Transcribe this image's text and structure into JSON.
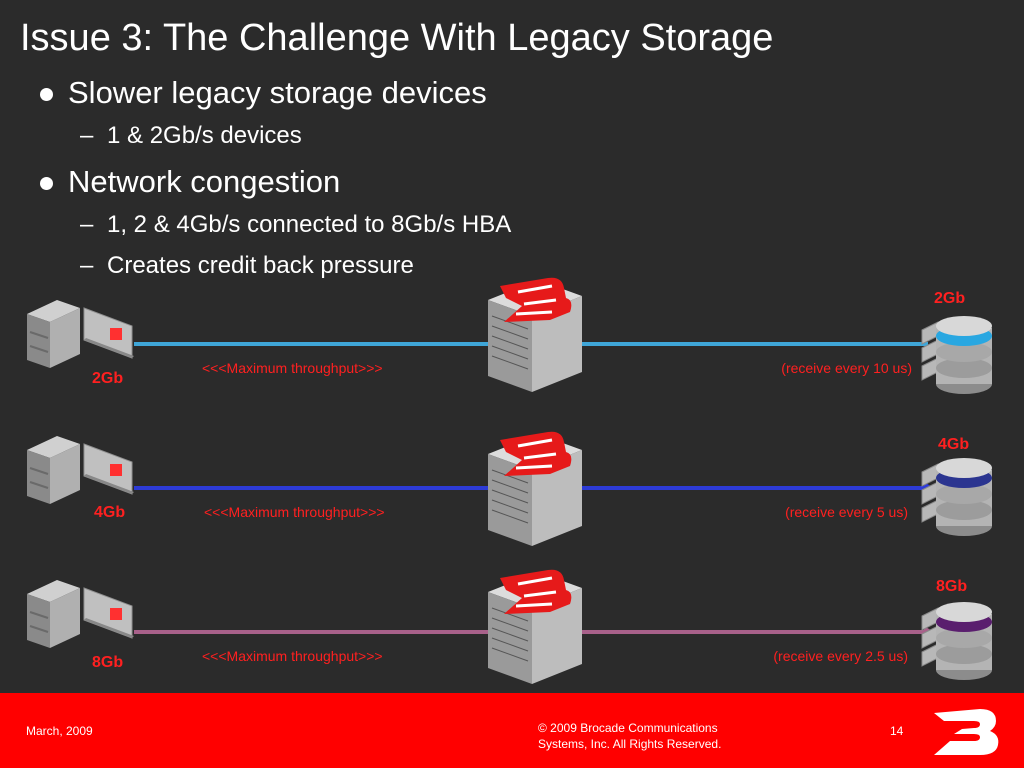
{
  "slide": {
    "title": "Issue 3: The Challenge With Legacy Storage",
    "bullets": [
      {
        "text": "Slower legacy storage devices",
        "sub": [
          "1 & 2Gb/s devices"
        ]
      },
      {
        "text": "Network congestion",
        "sub": [
          "1, 2 & 4Gb/s connected to 8Gb/s HBA",
          "Creates credit back pressure"
        ]
      }
    ]
  },
  "rows": [
    {
      "left_speed": "2Gb",
      "right_speed": "2Gb",
      "throughput": "<<<Maximum throughput>>>",
      "receive": "(receive every 10 us)",
      "line_color": "#3fa6d8",
      "disk_color": "#29a7e1"
    },
    {
      "left_speed": "4Gb",
      "right_speed": "4Gb",
      "throughput": "<<<Maximum throughput>>>",
      "receive": "(receive every 5 us)",
      "line_color": "#2d3bd6",
      "disk_color": "#2b3590"
    },
    {
      "left_speed": "8Gb",
      "right_speed": "8Gb",
      "throughput": "<<<Maximum throughput>>>",
      "receive": "(receive every 2.5 us)",
      "line_color": "#a8618a",
      "disk_color": "#5a1e6e"
    }
  ],
  "footer": {
    "date": "March, 2009",
    "copyright": "© 2009 Brocade Communications Systems, Inc. All Rights Reserved.",
    "page_number": "14"
  },
  "colors": {
    "accent": "#ff0000",
    "background": "#2b2b2b",
    "label_red": "#ff2020"
  },
  "icons": [
    "server-icon",
    "hba-card-icon",
    "director-switch-icon",
    "brocade-logo-icon",
    "storage-array-icon"
  ]
}
